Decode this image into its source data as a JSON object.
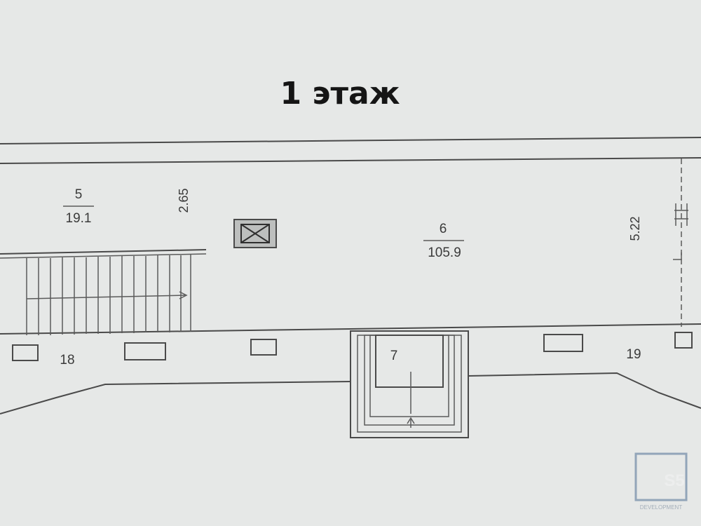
{
  "plan": {
    "title": "1 этаж",
    "rooms": [
      {
        "number": "5",
        "area": "19.1"
      },
      {
        "number": "6",
        "area": "105.9"
      },
      {
        "number": "7"
      },
      {
        "number": "18"
      },
      {
        "number": "19"
      }
    ],
    "dimensions": [
      "2.65",
      "5.22"
    ]
  },
  "watermark": {
    "mark": "S5",
    "caption": "DEVELOPMENT"
  }
}
